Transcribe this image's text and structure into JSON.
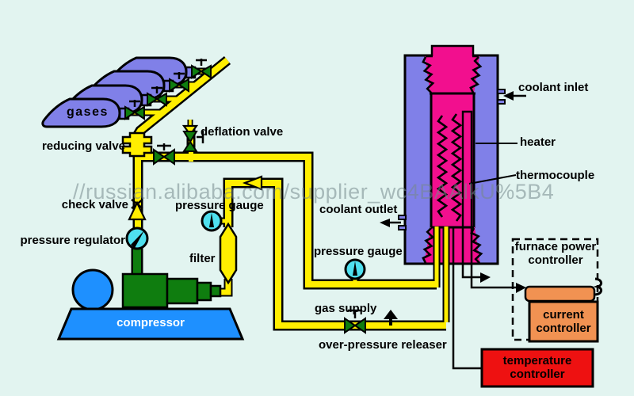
{
  "watermark": "//russian.alibaba.com/supplier_wc4BAAlkU%5B4",
  "labels": {
    "gases": "gases",
    "reducing_valve": "reducing valve",
    "deflation_valve": "deflation valve",
    "check_valve": "check valve",
    "pressure_regulator": "pressure regulator",
    "pressure_gauge": "pressure gauge",
    "filter": "filter",
    "compressor": "compressor",
    "gas_supply": "gas supply",
    "over_pressure_releaser": "over-pressure releaser",
    "coolant_outlet": "coolant outlet",
    "coolant_inlet": "coolant inlet",
    "heater": "heater",
    "thermocouple": "thermocouple"
  },
  "controllers": {
    "furnace_power": {
      "line1": "furnace power",
      "line2": "controller"
    },
    "current": {
      "line1": "current",
      "line2": "controller"
    },
    "temperature": {
      "line1": "temperature",
      "line2": "controller"
    }
  },
  "colors": {
    "background": "#e2f4f0",
    "pipe_yellow": "#ffee00",
    "tank_purple": "#8080e8",
    "furnace_pink": "#f20f8e",
    "equipment_green": "#0f7d0f",
    "machine_blue": "#1e90ff",
    "gauge_cyan": "#4fe0ef",
    "controller_orange": "#f19252",
    "controller_red": "#ee1111",
    "outline": "#000000",
    "watermark_gray": "#76898d"
  }
}
